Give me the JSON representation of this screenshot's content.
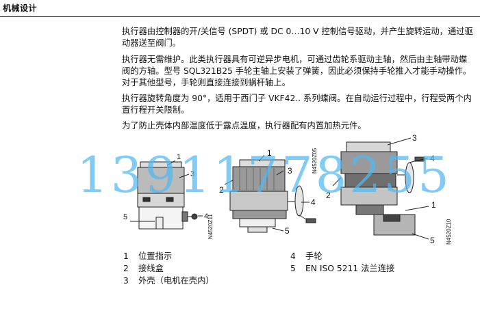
{
  "header": {
    "title": "机械设计"
  },
  "paragraphs": [
    "执行器由控制器的开/关信号 (SPDT) 或 DC 0…10 V 控制信号驱动，并产生旋转运动，通过驱动器送至阀门。",
    "执行器无需维护。此类执行器具有可逆异步电机，可通过齿轮系驱动主轴，然后由主轴带动蝶阀的方轴。型号 SQL321B25 手轮主轴上安装了弹簧，因此必须保持手轮推入才能手动操作。对于其他型号，手轮则直接连接到蜗杆轴上。",
    "执行器旋转角度为 90°，适用于西门子 VKF42.. 系列蝶阀。在自动运行过程中，行程受两个内置行程开关限制。",
    "为了防止壳体内部温度低于露点温度，执行器配有内置加热元件。"
  ],
  "figure": {
    "codes": [
      "N4520Z11",
      "N4520Z05",
      "N4520Z10"
    ],
    "callouts": {
      "left": [
        "1",
        "3",
        "4",
        "5"
      ],
      "middle": [
        "1",
        "3",
        "2",
        "4",
        "5"
      ],
      "right": [
        "3",
        "4",
        "2",
        "1",
        "5"
      ]
    }
  },
  "legend": {
    "left": [
      {
        "num": "1",
        "text": "位置指示"
      },
      {
        "num": "2",
        "text": "接线盒"
      },
      {
        "num": "3",
        "text": "外壳（电机在壳内）"
      }
    ],
    "right": [
      {
        "num": "4",
        "text": "手轮"
      },
      {
        "num": "5",
        "text": "EN ISO 5211 法兰连接"
      }
    ]
  },
  "watermark": "13911778255"
}
